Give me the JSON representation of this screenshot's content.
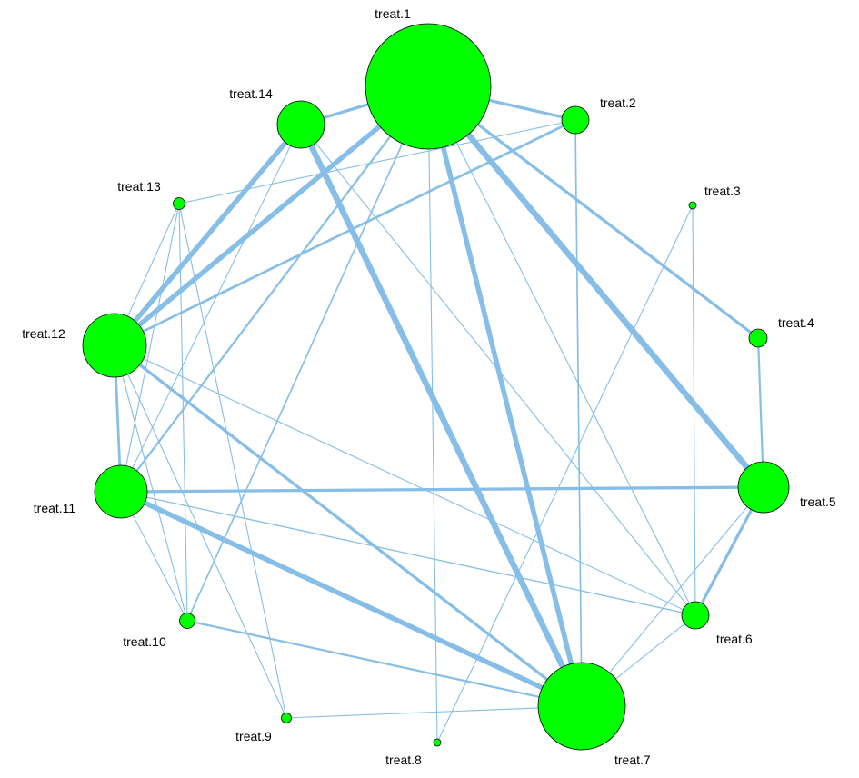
{
  "network": {
    "colors": {
      "node_fill": "#00ff00",
      "node_stroke": "#000000",
      "edge": "#86bee7"
    },
    "nodes": [
      {
        "id": "t1",
        "label": "treat.1",
        "relative_size": 1.0
      },
      {
        "id": "t2",
        "label": "treat.2",
        "relative_size": 0.23
      },
      {
        "id": "t3",
        "label": "treat.3",
        "relative_size": 0.05
      },
      {
        "id": "t4",
        "label": "treat.4",
        "relative_size": 0.16
      },
      {
        "id": "t5",
        "label": "treat.5",
        "relative_size": 0.41
      },
      {
        "id": "t6",
        "label": "treat.6",
        "relative_size": 0.22
      },
      {
        "id": "t7",
        "label": "treat.7",
        "relative_size": 0.71
      },
      {
        "id": "t8",
        "label": "treat.8",
        "relative_size": 0.06
      },
      {
        "id": "t9",
        "label": "treat.9",
        "relative_size": 0.08
      },
      {
        "id": "t10",
        "label": "treat.10",
        "relative_size": 0.12
      },
      {
        "id": "t11",
        "label": "treat.11",
        "relative_size": 0.43
      },
      {
        "id": "t12",
        "label": "treat.12",
        "relative_size": 0.51
      },
      {
        "id": "t13",
        "label": "treat.13",
        "relative_size": 0.1
      },
      {
        "id": "t14",
        "label": "treat.14",
        "relative_size": 0.38
      }
    ],
    "edges": [
      {
        "from": "t1",
        "to": "t7",
        "weight": 5
      },
      {
        "from": "t1",
        "to": "t5",
        "weight": 6
      },
      {
        "from": "t1",
        "to": "t12",
        "weight": 5
      },
      {
        "from": "t1",
        "to": "t4",
        "weight": 3
      },
      {
        "from": "t1",
        "to": "t14",
        "weight": 3
      },
      {
        "from": "t1",
        "to": "t2",
        "weight": 3
      },
      {
        "from": "t1",
        "to": "t11",
        "weight": 2
      },
      {
        "from": "t1",
        "to": "t10",
        "weight": 1.5
      },
      {
        "from": "t1",
        "to": "t8",
        "weight": 1
      },
      {
        "from": "t1",
        "to": "t6",
        "weight": 1
      },
      {
        "from": "t2",
        "to": "t12",
        "weight": 2.5
      },
      {
        "from": "t2",
        "to": "t13",
        "weight": 1
      },
      {
        "from": "t2",
        "to": "t7",
        "weight": 1.5
      },
      {
        "from": "t3",
        "to": "t6",
        "weight": 1
      },
      {
        "from": "t3",
        "to": "t8",
        "weight": 1
      },
      {
        "from": "t4",
        "to": "t5",
        "weight": 2
      },
      {
        "from": "t5",
        "to": "t11",
        "weight": 3
      },
      {
        "from": "t5",
        "to": "t6",
        "weight": 3
      },
      {
        "from": "t5",
        "to": "t7",
        "weight": 1
      },
      {
        "from": "t6",
        "to": "t11",
        "weight": 1.2
      },
      {
        "from": "t6",
        "to": "t12",
        "weight": 1
      },
      {
        "from": "t6",
        "to": "t14",
        "weight": 1
      },
      {
        "from": "t6",
        "to": "t7",
        "weight": 1
      },
      {
        "from": "t7",
        "to": "t14",
        "weight": 6
      },
      {
        "from": "t7",
        "to": "t11",
        "weight": 5
      },
      {
        "from": "t7",
        "to": "t12",
        "weight": 3
      },
      {
        "from": "t7",
        "to": "t10",
        "weight": 2
      },
      {
        "from": "t7",
        "to": "t9",
        "weight": 1
      },
      {
        "from": "t9",
        "to": "t13",
        "weight": 1
      },
      {
        "from": "t9",
        "to": "t12",
        "weight": 1
      },
      {
        "from": "t10",
        "to": "t13",
        "weight": 1
      },
      {
        "from": "t10",
        "to": "t11",
        "weight": 1
      },
      {
        "from": "t10",
        "to": "t12",
        "weight": 1
      },
      {
        "from": "t11",
        "to": "t12",
        "weight": 2.5
      },
      {
        "from": "t11",
        "to": "t13",
        "weight": 1
      },
      {
        "from": "t11",
        "to": "t14",
        "weight": 1
      },
      {
        "from": "t12",
        "to": "t13",
        "weight": 1
      },
      {
        "from": "t12",
        "to": "t14",
        "weight": 5
      }
    ]
  }
}
